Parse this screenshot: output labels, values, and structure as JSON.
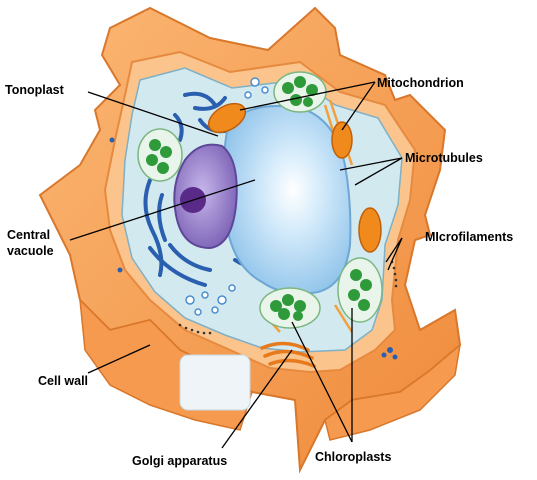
{
  "labels": {
    "tonoplast": "Tonoplast",
    "mitochondrion": "Mitochondrion",
    "microtubules": "Microtubules",
    "microfilaments": "MIcrofilaments",
    "central_vacuole_line1": "Central",
    "central_vacuole_line2": "vacuole",
    "cell_wall": "Cell wall",
    "golgi_apparatus": "Golgi apparatus",
    "chloroplasts": "Chloroplasts"
  },
  "colors": {
    "cell_wall": "#f7a35c",
    "cell_wall_dark": "#e07b2c",
    "cytoplasm": "#cfe6ee",
    "vacuole": "#b9dcf5",
    "nucleus": "#9a84c9",
    "chloroplast": "#2e9a3a",
    "mitochondrion": "#f08a1c",
    "er": "#2a5fb0"
  }
}
